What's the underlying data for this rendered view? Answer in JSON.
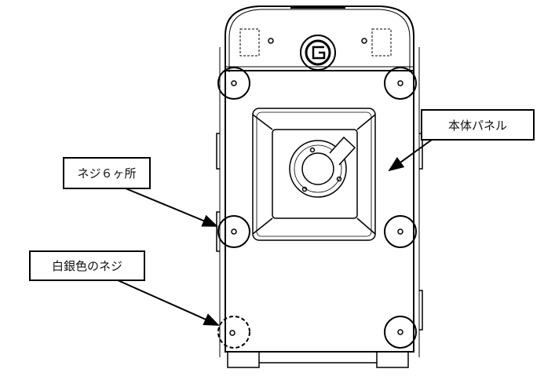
{
  "labels": {
    "body_panel": "本体パネル",
    "screws_six": "ネジ６ヶ所",
    "silver_screw": "白銀色のネジ"
  },
  "colors": {
    "line": "#000000",
    "background": "#ffffff"
  }
}
